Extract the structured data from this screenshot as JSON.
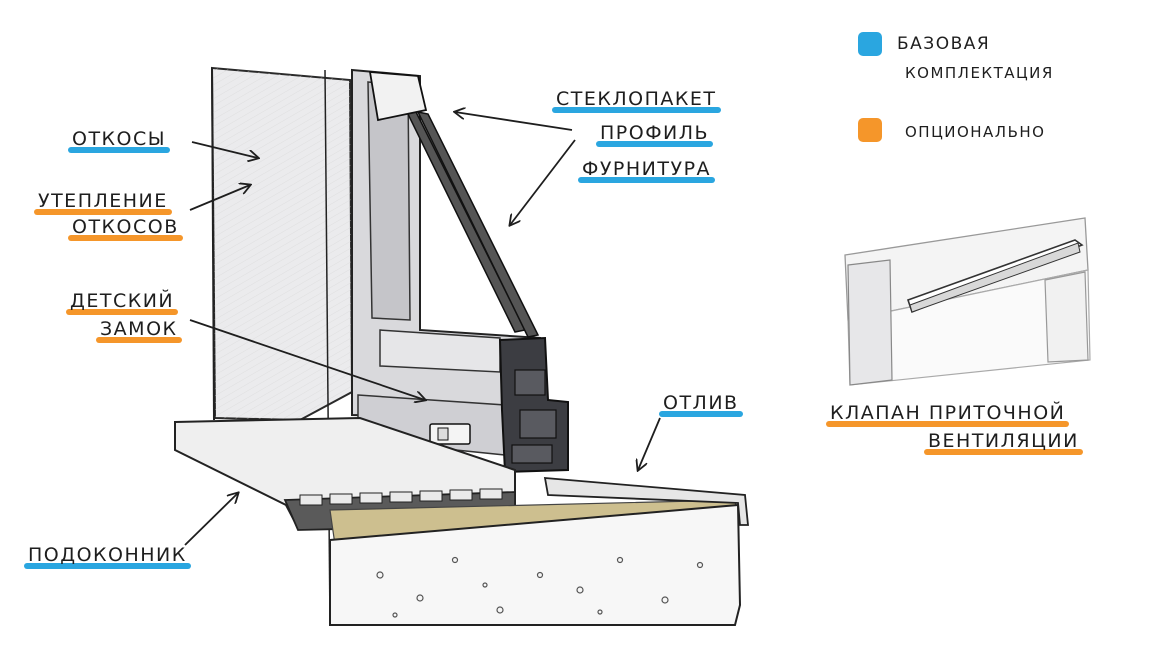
{
  "legend": {
    "base_line1": "БАЗОВАЯ",
    "base_line2": "КОМПЛЕКТАЦИЯ",
    "optional": "ОПЦИОНАЛЬНО",
    "base_color": "#2aa6e0",
    "optional_color": "#f5962a"
  },
  "labels": {
    "otkosy": "ОТКОСЫ",
    "uteplenie_1": "УТЕПЛЕНИЕ",
    "uteplenie_2": "ОТКОСОВ",
    "detskiy_1": "ДЕТСКИЙ",
    "detskiy_2": "ЗАМОК",
    "podokonnik": "ПОДОКОННИК",
    "steklopaket": "СТЕКЛОПАКЕТ",
    "profil": "ПРОФИЛЬ",
    "furnitura": "ФУРНИТУРА",
    "otliv": "ОТЛИВ",
    "klapan_1": "КЛАПАН ПРИТОЧНОЙ",
    "klapan_2": "ВЕНТИЛЯЦИИ"
  }
}
